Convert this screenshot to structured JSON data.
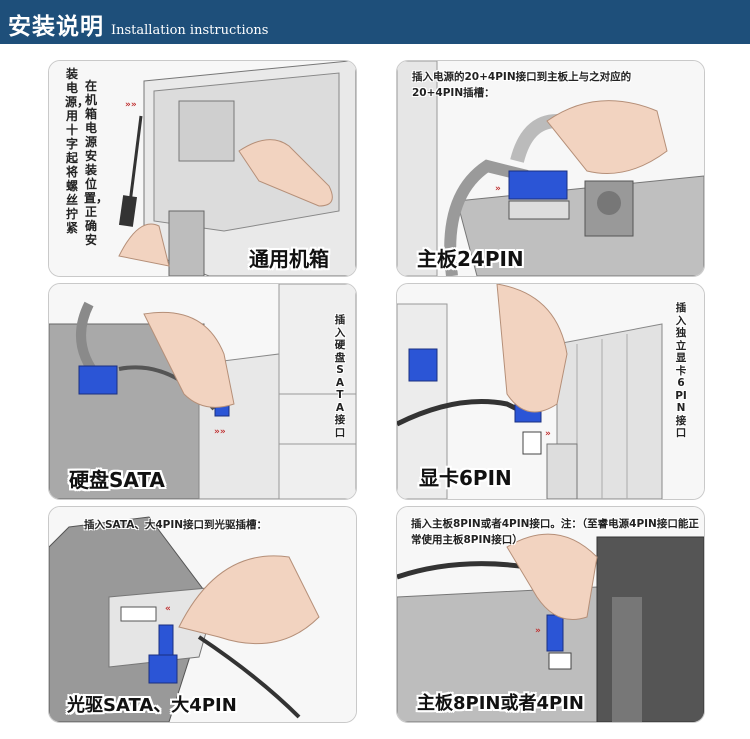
{
  "header": {
    "title_cn": "安装说明",
    "title_en": "Installation instructions",
    "bg_color": "#1e4f7a"
  },
  "panels": [
    {
      "label": "通用机箱",
      "note_col1": "在机箱电源安装位置，正确安",
      "note_col2": "装电源，用十字起将螺丝拧紧"
    },
    {
      "label": "主板24PIN",
      "note": "插入电源的20+4PIN接口到主板上与之对应的20+4PIN插槽："
    },
    {
      "label": "硬盘SATA",
      "note": "插入硬盘SATA接口"
    },
    {
      "label": "显卡6PIN",
      "note": "插入独立显卡6PIN接口"
    },
    {
      "label": "光驱SATA、大4PIN",
      "note": "插入SATA、大4PIN接口到光驱插槽："
    },
    {
      "label": "主板8PIN或者4PIN",
      "note": "插入主板8PIN或者4PIN接口。注：（至睿电源4PIN接口能正常使用主板8PIN接口）"
    }
  ],
  "colors": {
    "connector": "#2b55d6",
    "arrow": "#c03030",
    "skin": "#f2d3c0"
  }
}
